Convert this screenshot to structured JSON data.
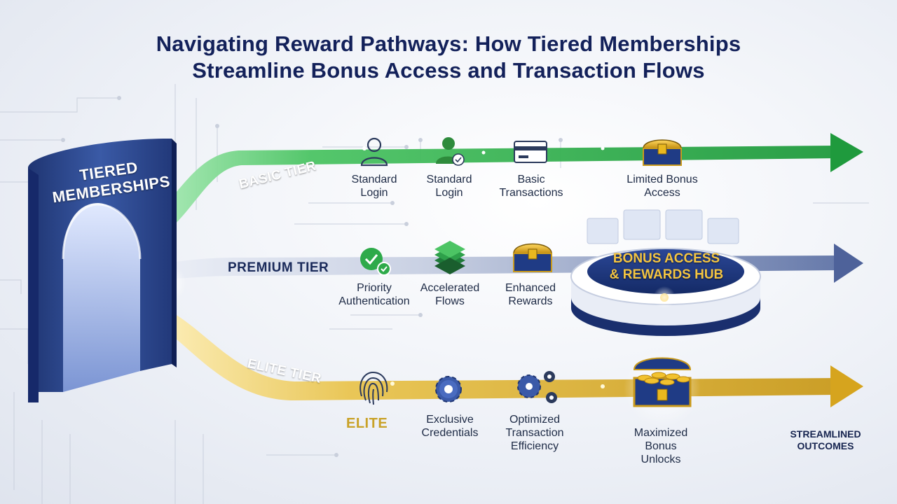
{
  "title": {
    "line1": "Navigating Reward Pathways: How Tiered Memberships",
    "line2": "Streamline Bonus Access and Transaction Flows"
  },
  "gate": {
    "line1": "TIERED",
    "line2": "MEMBERSHIPS"
  },
  "colors": {
    "basic": "#2fae4a",
    "premium": "#5b6b9a",
    "elite": "#d9ab2a",
    "navy": "#13215a"
  },
  "tiers": {
    "basic": {
      "label": "BASIC TIER",
      "steps": [
        {
          "icon": "user-icon",
          "line1": "Standard",
          "line2": "Login"
        },
        {
          "icon": "user-check-icon",
          "line1": "Standard",
          "line2": "Login"
        },
        {
          "icon": "credit-card-icon",
          "line1": "Basic",
          "line2": "Transactions"
        },
        {
          "icon": "treasure-chest-icon",
          "line1": "Limited Bonus",
          "line2": "Access"
        }
      ]
    },
    "premium": {
      "label": "PREMIUM TIER",
      "steps": [
        {
          "icon": "checkmark-badge-icon",
          "line1": "Priority",
          "line2": "Authentication"
        },
        {
          "icon": "stacked-layers-icon",
          "line1": "Accelerated",
          "line2": "Flows"
        },
        {
          "icon": "treasure-chest-icon",
          "line1": "Enhanced",
          "line2": "Rewards"
        }
      ]
    },
    "elite": {
      "label": "ELITE TIER",
      "badge": "ELITE",
      "steps": [
        {
          "icon": "gear-icon",
          "line1": "Exclusive",
          "line2": "Credentials"
        },
        {
          "icon": "gears-icon",
          "line1": "Optimized",
          "line2": "Transaction",
          "line3": "Efficiency"
        },
        {
          "icon": "gold-chest-icon",
          "line1": "Maximized",
          "line2": "Bonus",
          "line3": "Unlocks"
        }
      ]
    }
  },
  "hub": {
    "line1": "BONUS ACCESS",
    "line2": "& REWARDS HUB"
  },
  "outcomes": {
    "line1": "STREAMLINED",
    "line2": "OUTCOMES"
  }
}
